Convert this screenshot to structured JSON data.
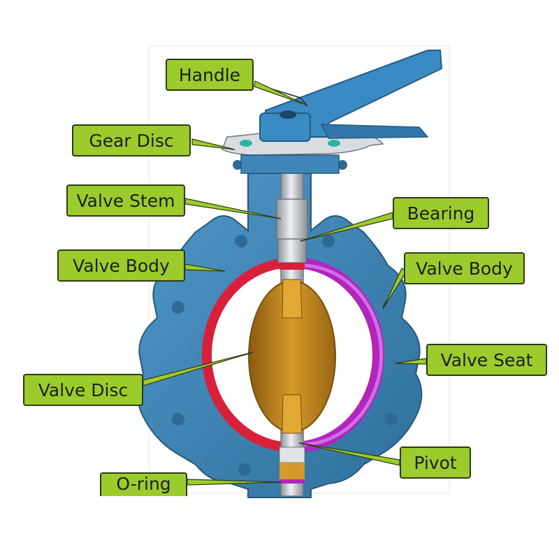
{
  "labels": {
    "handle": "Handle",
    "gear_disc": "Gear Disc",
    "valve_stem": "Valve Stem",
    "bearing": "Bearing",
    "valve_body_left": "Valve Body",
    "valve_body_right": "Valve Body",
    "valve_seat": "Valve Seat",
    "valve_disc": "Valve Disc",
    "pivot": "Pivot",
    "o_ring": "O-ring"
  },
  "colors": {
    "label_fill": "#9ccc2c",
    "body_blue": "#3f86b8",
    "handle_blue": "#3a8ac4",
    "seat_red": "#d8203a",
    "seat_magenta": "#b025c2",
    "disc_gold": "#c98b1e",
    "stem_silver": "#c8cdd2"
  }
}
